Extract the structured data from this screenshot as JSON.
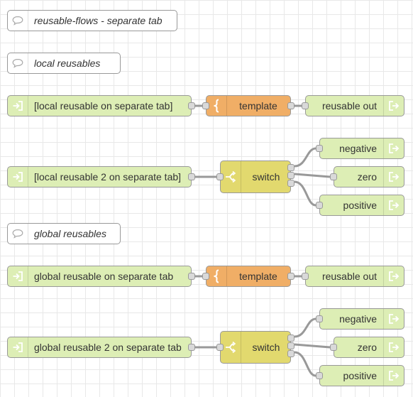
{
  "canvas": {
    "grid_color": "#e8e8e8",
    "wire_color": "#999999"
  },
  "colors": {
    "link_node": "#ddeeb5",
    "template_node": "#f0ae66",
    "switch_node": "#e2d96e",
    "comment_node": "#ffffff"
  },
  "icons": {
    "comment": "speech-bubble-icon",
    "link_in": "link-in-icon",
    "link_out": "link-out-icon",
    "template": "curly-brace-icon",
    "switch": "switch-branch-icon"
  },
  "comments": {
    "reusable_flows": "reusable-flows - separate tab",
    "local_reusables": "local reusables",
    "global_reusables": "global reusables"
  },
  "flows": {
    "local1": {
      "link_in": "[local reusable on separate tab]",
      "template": "template",
      "link_out": "reusable out"
    },
    "local2": {
      "link_in": "[local reusable 2 on separate tab]",
      "switch": "switch",
      "outputs": [
        "negative",
        "zero",
        "positive"
      ]
    },
    "global1": {
      "link_in": "global reusable on separate tab",
      "template": "template",
      "link_out": "reusable out"
    },
    "global2": {
      "link_in": "global reusable 2 on separate tab",
      "switch": "switch",
      "outputs": [
        "negative",
        "zero",
        "positive"
      ]
    }
  }
}
